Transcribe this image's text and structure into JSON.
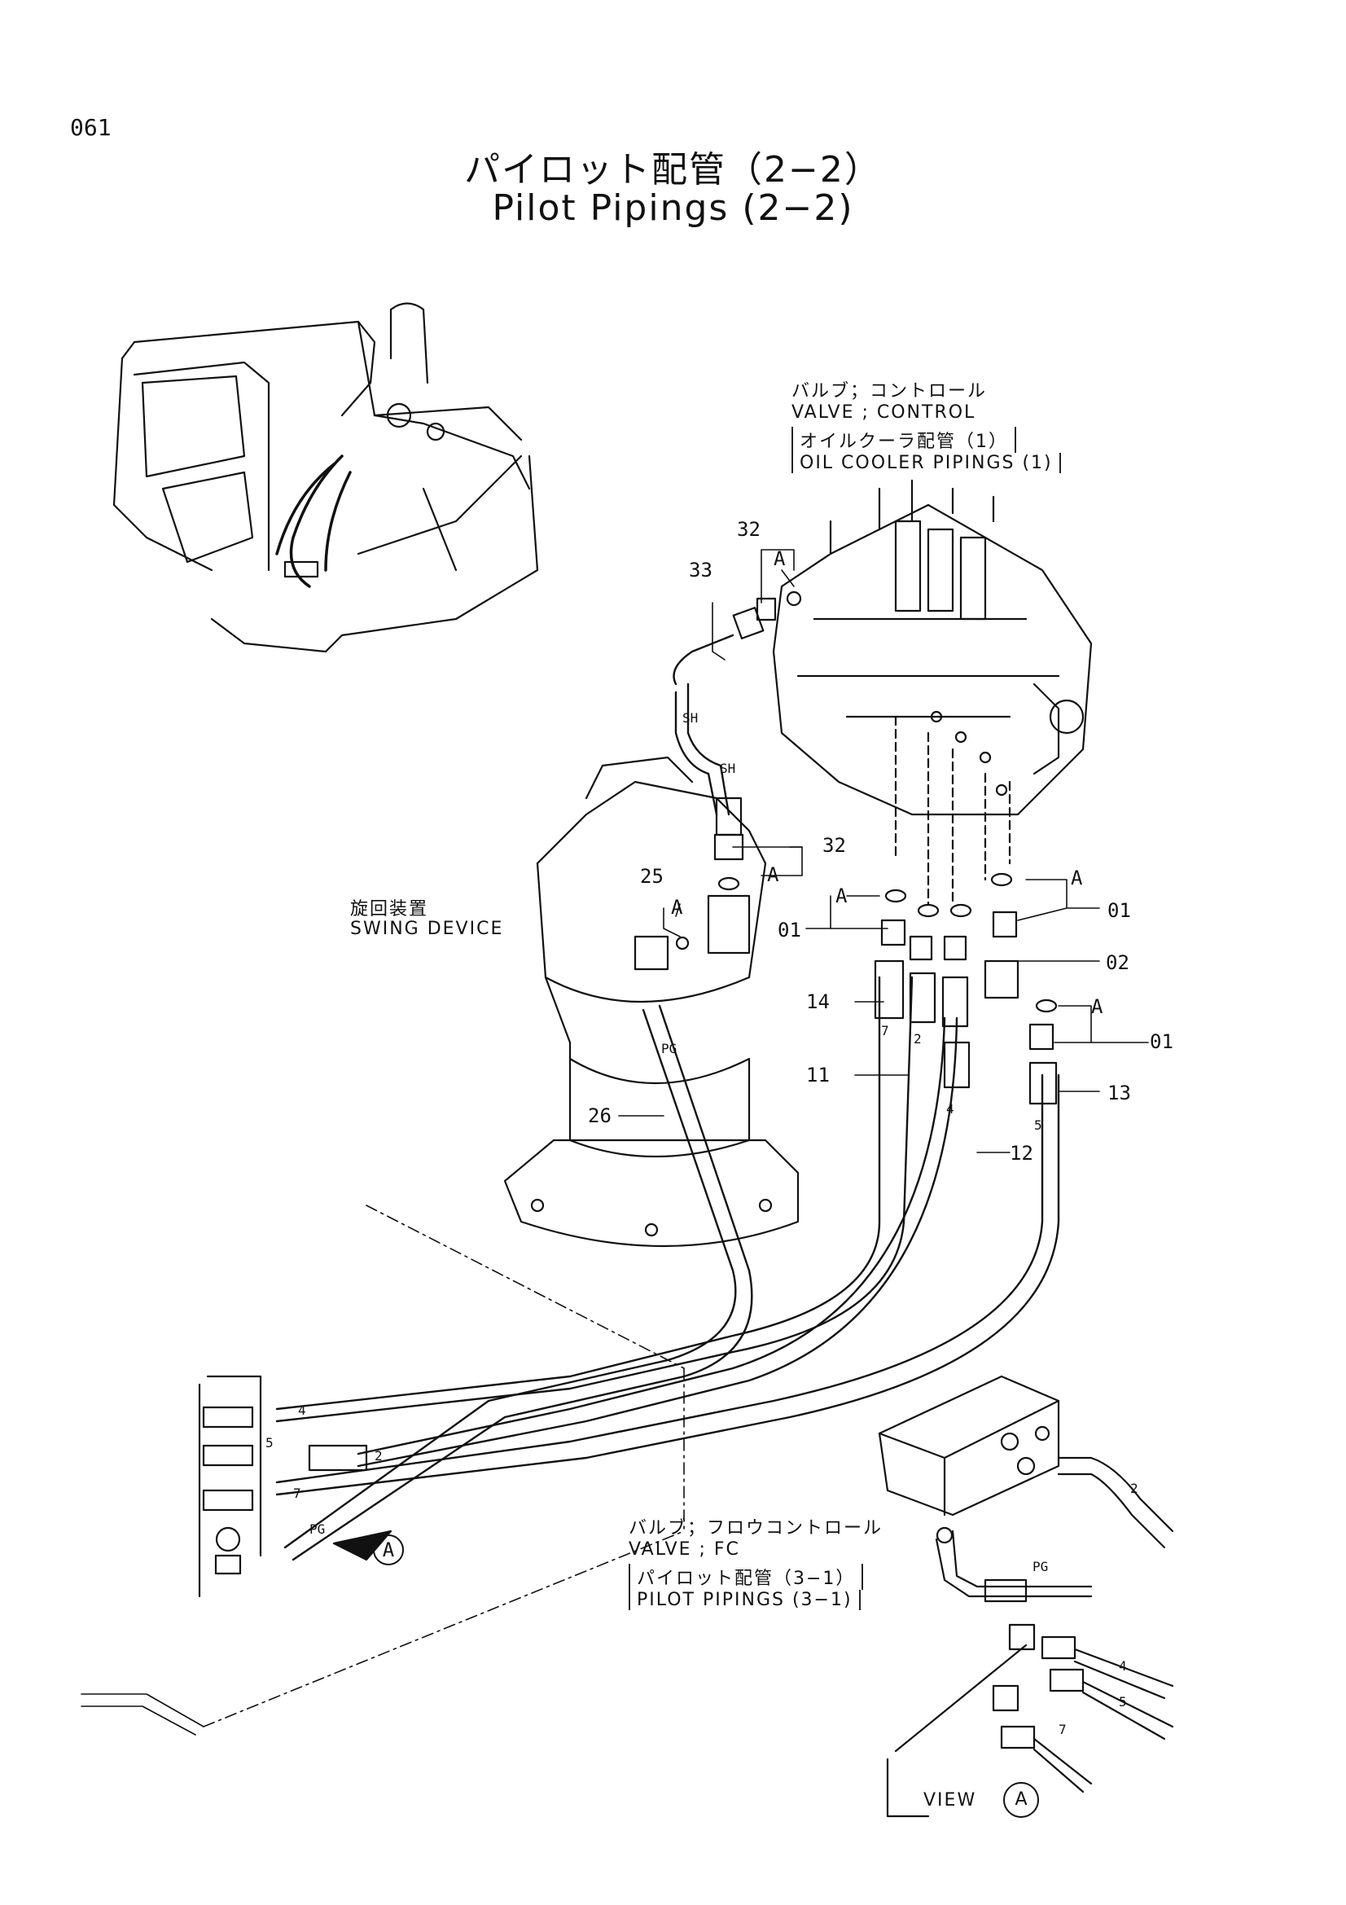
{
  "page": {
    "number": "061",
    "title_ja": "パイロット配管（2−2）",
    "title_en": "Pilot Pipings (2−2)"
  },
  "labels": {
    "valve_control_ja": "バルブ；コントロール",
    "valve_control_en": "VALVE ; CONTROL",
    "oil_cooler_ja": "オイルクーラ配管（1）",
    "oil_cooler_en": "OIL  COOLER  PIPINGS (1)",
    "swing_device_ja": "旋回装置",
    "swing_device_en": "SWING  DEVICE",
    "valve_fc_ja": "バルブ；フロウコントロール",
    "valve_fc_en": "VALVE ; FC",
    "pilot_pipings_ja": "パイロット配管（3−1）",
    "pilot_pipings_en": "PILOT  PIPINGS (3−1)",
    "view_a": "VIEW",
    "view_a_letter": "A"
  },
  "callouts": {
    "p32_top": "32",
    "p33": "33",
    "a_top": "A",
    "sh1": "SH",
    "sh2": "SH",
    "p32_mid": "32",
    "a_mid": "A",
    "p25": "25",
    "a_left": "A",
    "a_right": "A",
    "a_center": "A",
    "p01_left": "01",
    "p01_right": "01",
    "p02": "02",
    "a_low": "A",
    "p01_low": "01",
    "p14": "14",
    "p11": "11",
    "p13": "13",
    "p12": "12",
    "p26": "26",
    "pg1": "PG",
    "pg2": "PG",
    "pg3": "PG",
    "circle_a": "A"
  },
  "hose_marks": {
    "m7": "7",
    "m2": "2",
    "m4": "4",
    "m5": "5",
    "l4": "4",
    "l5": "5",
    "l2": "2",
    "l7": "7",
    "fc2": "2",
    "v4": "4",
    "v5": "5",
    "v7": "7"
  }
}
